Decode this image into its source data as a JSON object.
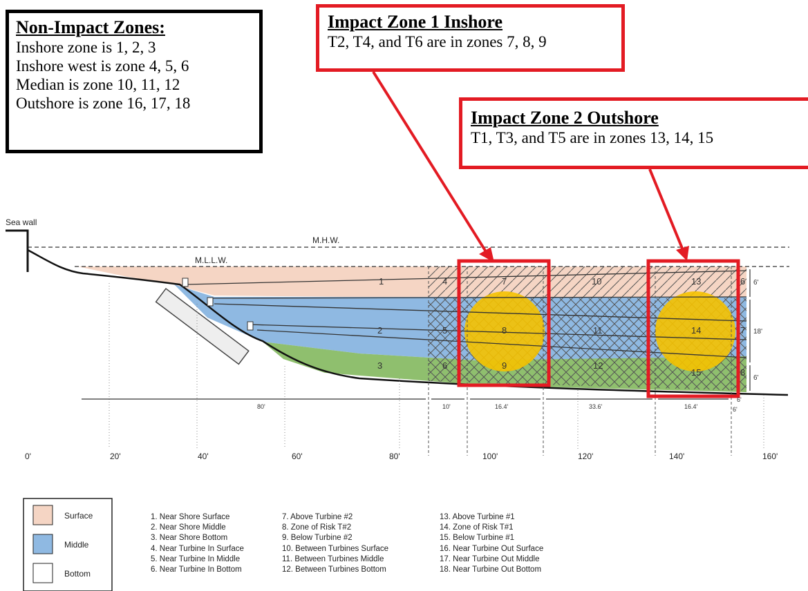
{
  "non_impact": {
    "title": "Non-Impact Zones:",
    "lines": [
      "Inshore zone is 1, 2, 3",
      "Inshore west is zone 4, 5, 6",
      "Median is zone 10, 11, 12",
      "Outshore is zone 16, 17, 18"
    ]
  },
  "impact_zone_1": {
    "title": "Impact Zone 1 Inshore",
    "text": "T2, T4, and T6 are in zones 7, 8, 9"
  },
  "impact_zone_2": {
    "title": "Impact Zone 2 Outshore",
    "text": "T1, T3, and T5 are in zones 13, 14, 15"
  },
  "diagram": {
    "sea_wall": "Sea wall",
    "mhw": "M.H.W.",
    "mllw": "M.L.L.W.",
    "zone_numbers": [
      "1",
      "2",
      "3",
      "4",
      "5",
      "6",
      "7",
      "8",
      "9",
      "10",
      "11",
      "12",
      "13",
      "14",
      "15",
      "6",
      "7",
      "8"
    ],
    "right_depths": [
      "6'",
      "18'",
      "6'"
    ],
    "dimensions": [
      "80'",
      "10'",
      "16.4'",
      "33.6'",
      "16.4'",
      "6'",
      "6'"
    ],
    "axis_ticks": [
      "0'",
      "20'",
      "40'",
      "60'",
      "80'",
      "100'",
      "120'",
      "140'",
      "160'"
    ]
  },
  "legend": {
    "surface": "Surface",
    "middle": "Middle",
    "bottom": "Bottom",
    "col1": [
      "1. Near Shore Surface",
      "2. Near Shore Middle",
      "3. Near Shore Bottom",
      "4. Near Turbine In Surface",
      "5. Near Turbine In Middle",
      "6. Near Turbine In Bottom"
    ],
    "col2": [
      "7. Above Turbine #2",
      "8. Zone of Risk T#2",
      "9. Below Turbine #2",
      "10. Between Turbines Surface",
      "11. Between Turbines Middle",
      "12. Between Turbines Bottom"
    ],
    "col3": [
      "13. Above Turbine #1",
      "14. Zone of Risk T#1",
      "15. Below Turbine #1",
      "16. Near Turbine Out Surface",
      "17. Near Turbine Out Middle",
      "18. Near Turbine Out Bottom"
    ]
  },
  "colors": {
    "surface": "#f5d5c4",
    "middle": "#8fb9e2",
    "bottom": "#8fbf6e",
    "turbine_zone": "#f5c200",
    "highlight": "#e31b23"
  }
}
